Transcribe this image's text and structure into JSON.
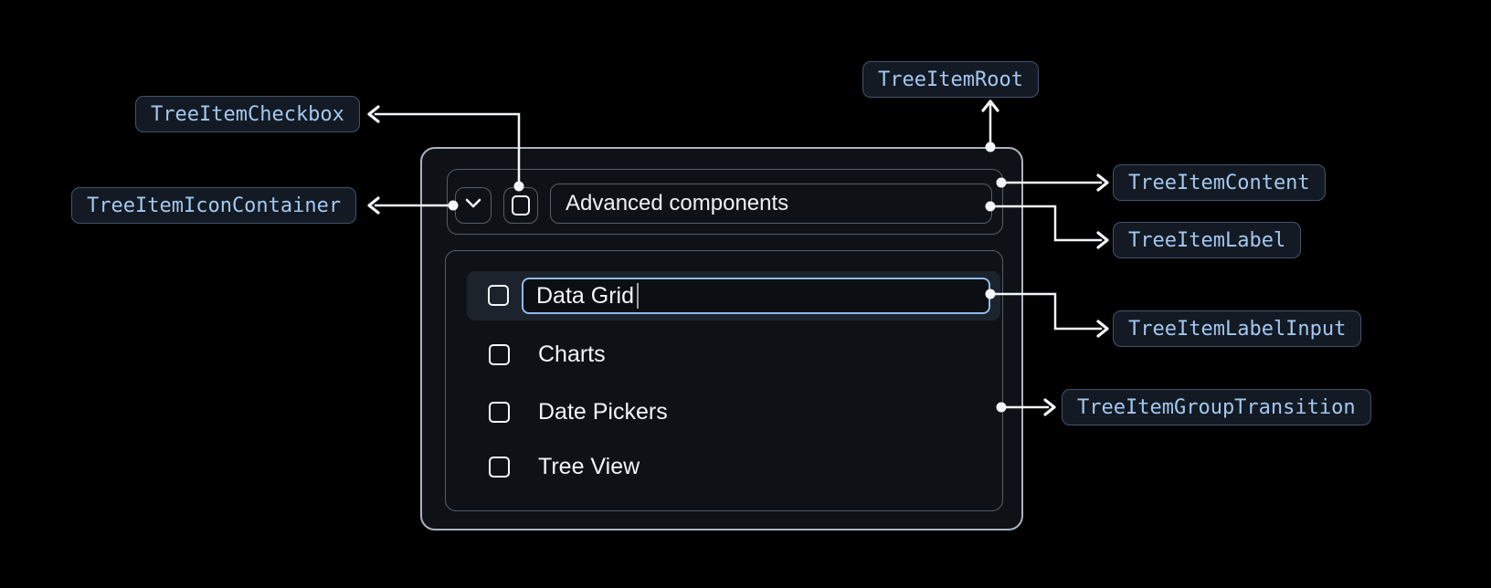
{
  "annotations": {
    "root": {
      "label": "TreeItemRoot"
    },
    "checkbox": {
      "label": "TreeItemCheckbox"
    },
    "icon_container": {
      "label": "TreeItemIconContainer"
    },
    "content": {
      "label": "TreeItemContent"
    },
    "label": {
      "label": "TreeItemLabel"
    },
    "label_input": {
      "label": "TreeItemLabelInput"
    },
    "group_transition": {
      "label": "TreeItemGroupTransition"
    }
  },
  "tree": {
    "parent_item": {
      "label": "Advanced components",
      "expanded": true,
      "checkbox_checked": false
    },
    "editing_item": {
      "input_value": "Data Grid",
      "checkbox_checked": false
    },
    "items": [
      {
        "label": "Charts",
        "checkbox_checked": false
      },
      {
        "label": "Date Pickers",
        "checkbox_checked": false
      },
      {
        "label": "Tree View",
        "checkbox_checked": false
      }
    ]
  },
  "colors": {
    "background": "#000000",
    "root_border": "#aab3bd",
    "inner_border": "#555e69",
    "badge_background": "#131a23",
    "badge_border": "#43536a",
    "badge_text": "#a2c8f0",
    "input_accent_border": "#8fb9e8",
    "editing_row_background": "#1c232c",
    "text": "#f2f5f8",
    "connector": "#f4f7fa"
  }
}
